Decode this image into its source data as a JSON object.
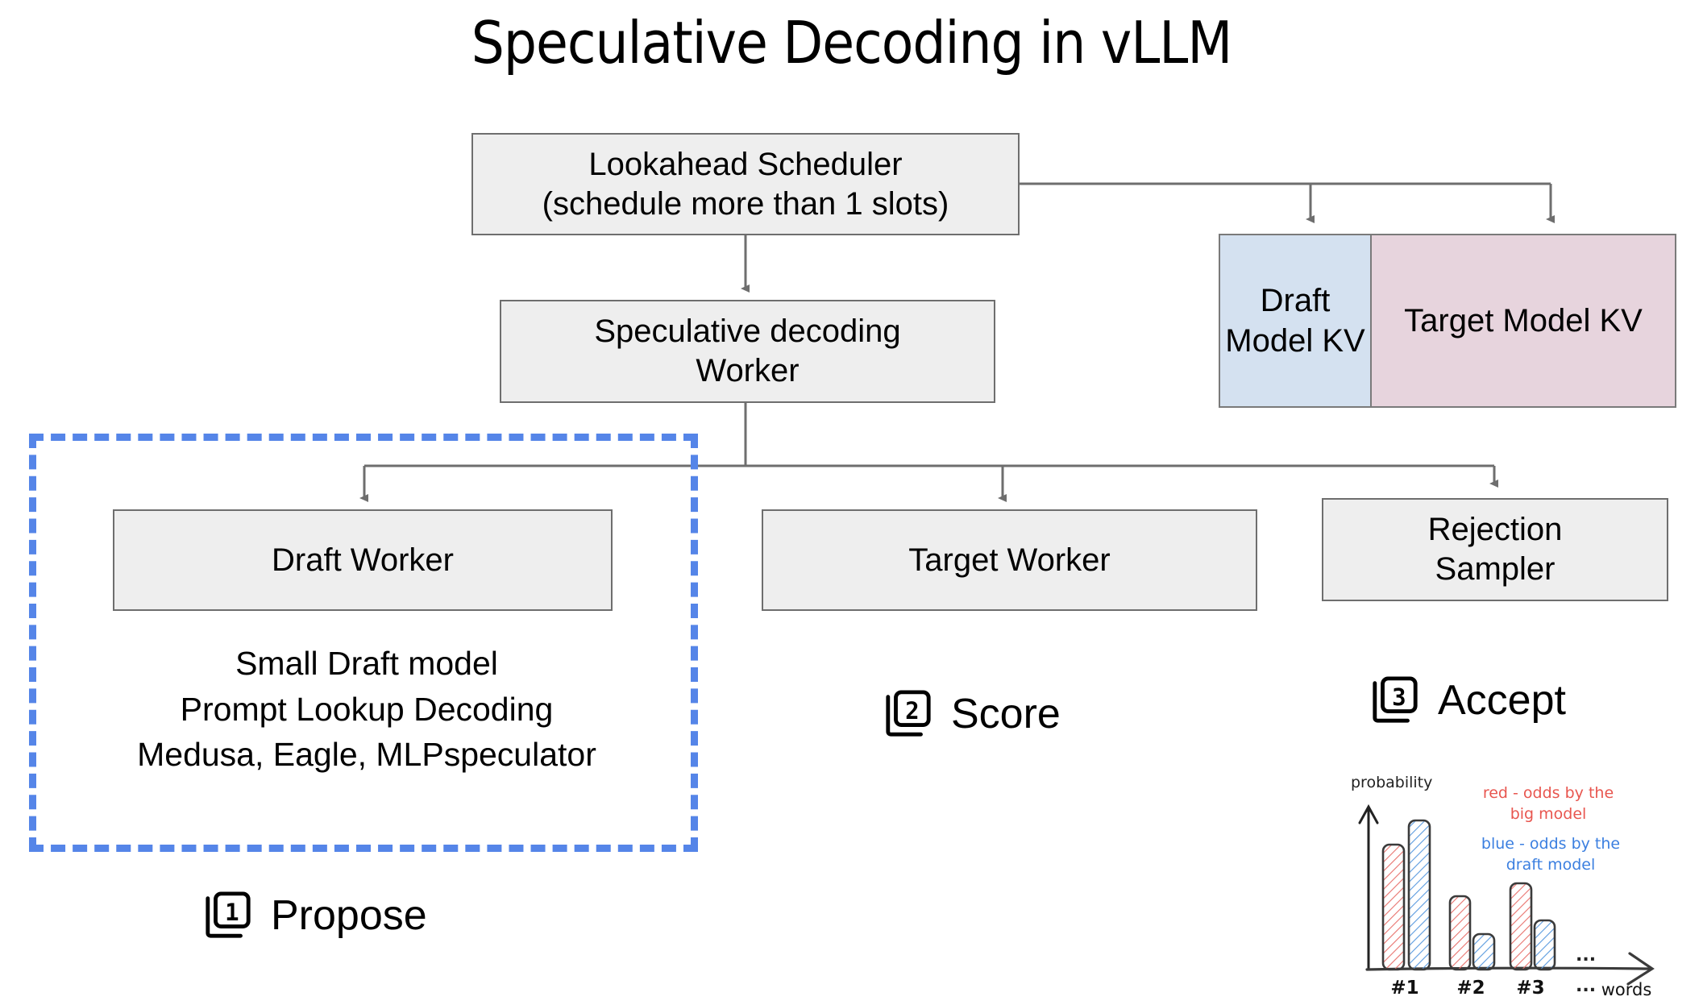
{
  "title": "Speculative Decoding in vLLM",
  "nodes": {
    "scheduler": "Lookahead Scheduler\n(schedule more than 1 slots)",
    "scheduler_line1": "Lookahead Scheduler",
    "scheduler_line2": "(schedule more than 1 slots)",
    "spec_worker_line1": "Speculative decoding",
    "spec_worker_line2": "Worker",
    "draft_worker": "Draft Worker",
    "target_worker": "Target Worker",
    "rejection_line1": "Rejection",
    "rejection_line2": "Sampler"
  },
  "kv": {
    "draft_kv": "Draft\nModel\nKV",
    "draft_kv_l1": "Draft",
    "draft_kv_l2": "Model",
    "draft_kv_l3": "KV",
    "target_kv_l1": "Target Model",
    "target_kv_l2": "KV",
    "draft_color": "#d4e1f0",
    "target_color": "#e7d4dd"
  },
  "draft_caption": "Small Draft model\nPrompt Lookup Decoding\nMedusa, Eagle, MLPspeculator",
  "highlight": {
    "color": "#5585e8"
  },
  "steps": [
    {
      "number": "1",
      "label": "Propose",
      "icon": "stack-number-1-icon"
    },
    {
      "number": "2",
      "label": "Score",
      "icon": "stack-number-2-icon"
    },
    {
      "number": "3",
      "label": "Accept",
      "icon": "stack-number-3-icon"
    }
  ],
  "chart_data": {
    "type": "bar",
    "title": "",
    "xlabel": "words",
    "ylabel": "probability",
    "categories": [
      "#1",
      "#2",
      "#3"
    ],
    "ellipsis": "...",
    "grid": false,
    "ylim": [
      0,
      1
    ],
    "series": [
      {
        "name": "red - odds by the big model",
        "color": "#e05a5a",
        "values": [
          0.72,
          0.42,
          0.52
        ]
      },
      {
        "name": "blue - odds by the draft model",
        "color": "#3b82d6",
        "values": [
          0.85,
          0.2,
          0.31
        ]
      }
    ],
    "annotations": [
      {
        "text": "red - odds by the\nbig model",
        "color": "#e8564f",
        "l1": "red - odds by the",
        "l2": "big model"
      },
      {
        "text": "blue - odds by the\ndraft model",
        "color": "#3b7fe0",
        "l1": "blue - odds by the",
        "l2": "draft model"
      }
    ]
  }
}
